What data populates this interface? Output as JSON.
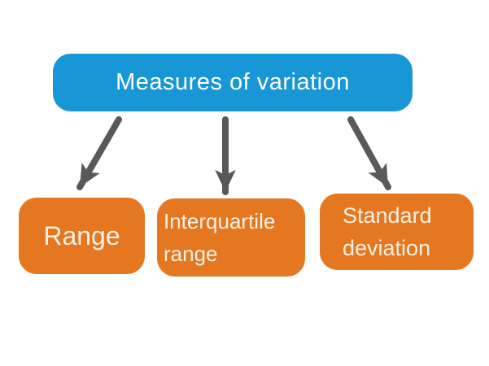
{
  "colors": {
    "canvas-bg": "#ffffff",
    "root-fill": "#1897d6",
    "root-text": "#ffffff",
    "child-fill": "#e4771f",
    "child-text": "#f8f2e8",
    "arrow": "#595959"
  },
  "diagram": {
    "root": {
      "label": "Measures of variation"
    },
    "children": [
      {
        "label": "Range"
      },
      {
        "label": "Interquartile range"
      },
      {
        "label": "Standard deviation"
      }
    ],
    "arrow_count": 3
  }
}
